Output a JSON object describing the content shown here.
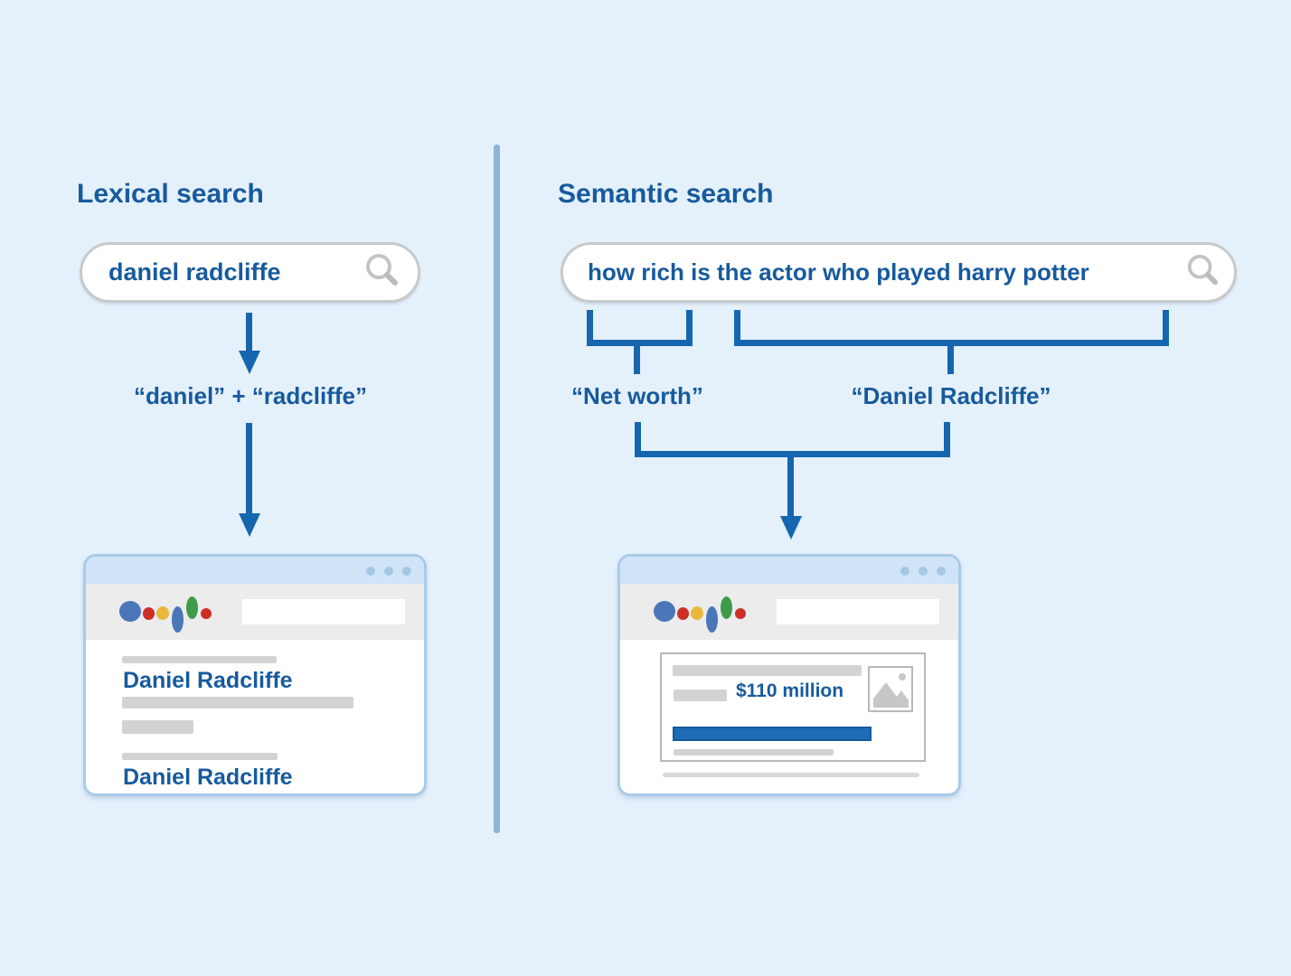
{
  "left_panel": {
    "title": "Lexical search",
    "search_query": "daniel radcliffe",
    "tokens_label": "“daniel” + “radcliffe”",
    "browser": {
      "result_title_1": "Daniel Radcliffe",
      "result_title_2": "Daniel Radcliffe"
    }
  },
  "right_panel": {
    "title": "Semantic search",
    "search_query": "how rich is the actor who played harry potter",
    "concept_left": "“Net worth”",
    "concept_right": "“Daniel Radcliffe”",
    "browser": {
      "answer": "$110 million"
    }
  },
  "icons": {
    "search": "magnifier-icon",
    "window_controls": "three-dots",
    "image_placeholder": "mountain-photo-icon"
  },
  "colors": {
    "background": "#e4f0fa",
    "text_blue": "#175a9d",
    "arrow_blue": "#1566ae",
    "divider_blue": "#8fb4d4",
    "window_border": "#a9cbe8",
    "titlebar_bg": "#cfe5f7",
    "titlebar_dot": "#a6c7e4",
    "toolbar_bg": "#ececec",
    "placeholder_gray": "#d3d3d3",
    "card_border": "#b8b8b8",
    "answer_bar_blue": "#1d6cb5",
    "pill_border": "#c9c9c9",
    "icon_gray": "#c3c3c3",
    "logo_blue": "#4b76b7",
    "logo_red": "#cd2f27",
    "logo_yellow": "#e9b83b",
    "logo_green": "#3f9b4a"
  }
}
